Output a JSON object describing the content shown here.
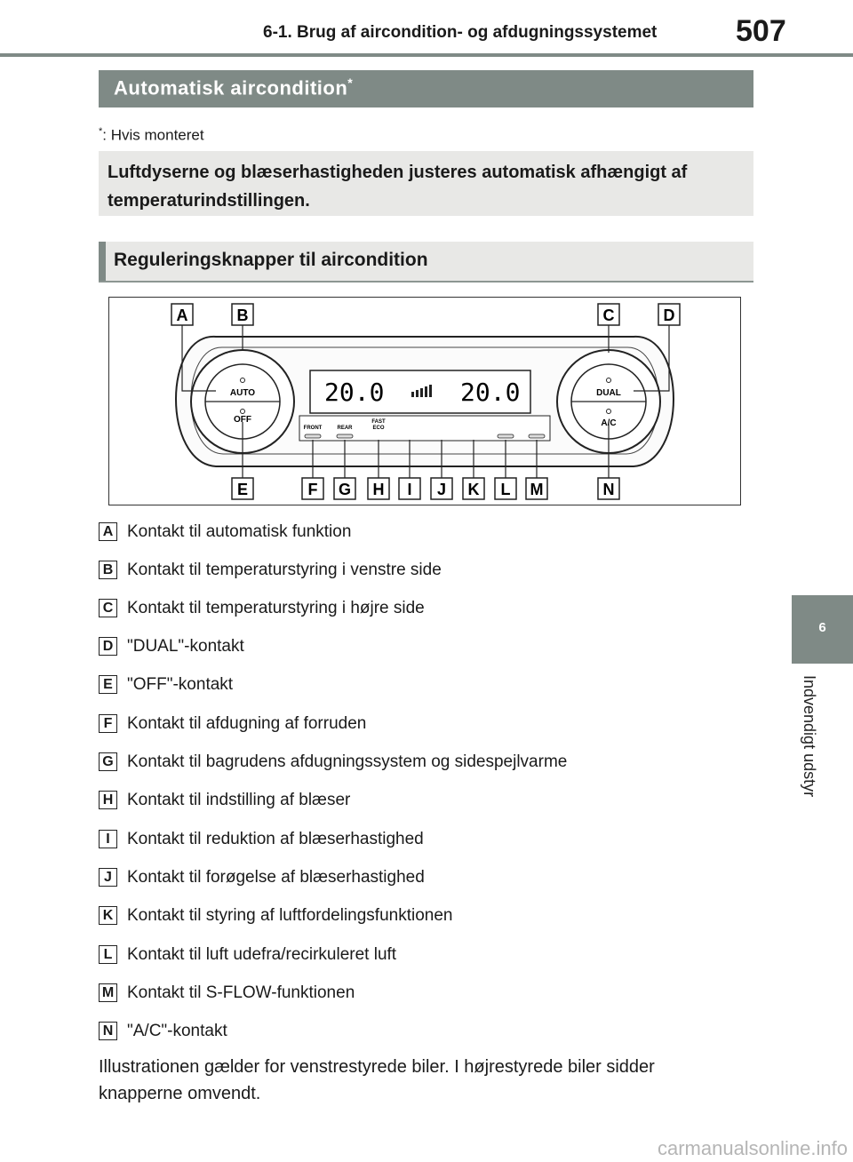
{
  "header": {
    "title": "6-1. Brug af aircondition- og afdugningssystemet",
    "page_number": "507"
  },
  "side_tab": {
    "number": "6",
    "label": "Indvendigt udstyr"
  },
  "section": {
    "title": "Automatisk aircondition",
    "title_mark": "*",
    "footnote_mark": "*",
    "footnote": ": Hvis monteret"
  },
  "intro": "Luftdyserne og blæserhastigheden justeres automatisk afhængigt af temperaturindstillingen.",
  "subsection_title": "Reguleringsknapper til aircondition",
  "figure": {
    "callouts_top": [
      "A",
      "B",
      "C",
      "D"
    ],
    "callouts_bottom": [
      "E",
      "F",
      "G",
      "H",
      "I",
      "J",
      "K",
      "L",
      "M",
      "N"
    ],
    "display_left": "20.0",
    "display_right": "20.0",
    "knob_left_top": "AUTO",
    "knob_left_bottom": "OFF",
    "knob_right_top": "DUAL",
    "knob_right_bottom": "A/C",
    "btn_front": "FRONT",
    "btn_rear": "REAR",
    "btn_fast": "FAST",
    "btn_eco": "ECO"
  },
  "legend": [
    {
      "letter": "A",
      "text": "Kontakt til automatisk funktion"
    },
    {
      "letter": "B",
      "text": "Kontakt til temperaturstyring i venstre side"
    },
    {
      "letter": "C",
      "text": "Kontakt til temperaturstyring i højre side"
    },
    {
      "letter": "D",
      "text": "\"DUAL\"-kontakt"
    },
    {
      "letter": "E",
      "text": "\"OFF\"-kontakt"
    },
    {
      "letter": "F",
      "text": "Kontakt til afdugning af forruden"
    },
    {
      "letter": "G",
      "text": "Kontakt til bagrudens afdugningssystem og sidespejlvarme"
    },
    {
      "letter": "H",
      "text": "Kontakt til indstilling af blæser"
    },
    {
      "letter": "I",
      "text": "Kontakt til reduktion af blæserhastighed"
    },
    {
      "letter": "J",
      "text": "Kontakt til forøgelse af blæserhastighed"
    },
    {
      "letter": "K",
      "text": "Kontakt til styring af luftfordelingsfunktionen"
    },
    {
      "letter": "L",
      "text": "Kontakt til luft udefra/recirkuleret luft"
    },
    {
      "letter": "M",
      "text": "Kontakt til S-FLOW-funktionen"
    },
    {
      "letter": "N",
      "text": "\"A/C\"-kontakt"
    }
  ],
  "note": "Illustrationen gælder for venstrestyrede biler. I højrestyrede biler sidder knapperne omvendt.",
  "watermark": "carmanualsonline.info"
}
